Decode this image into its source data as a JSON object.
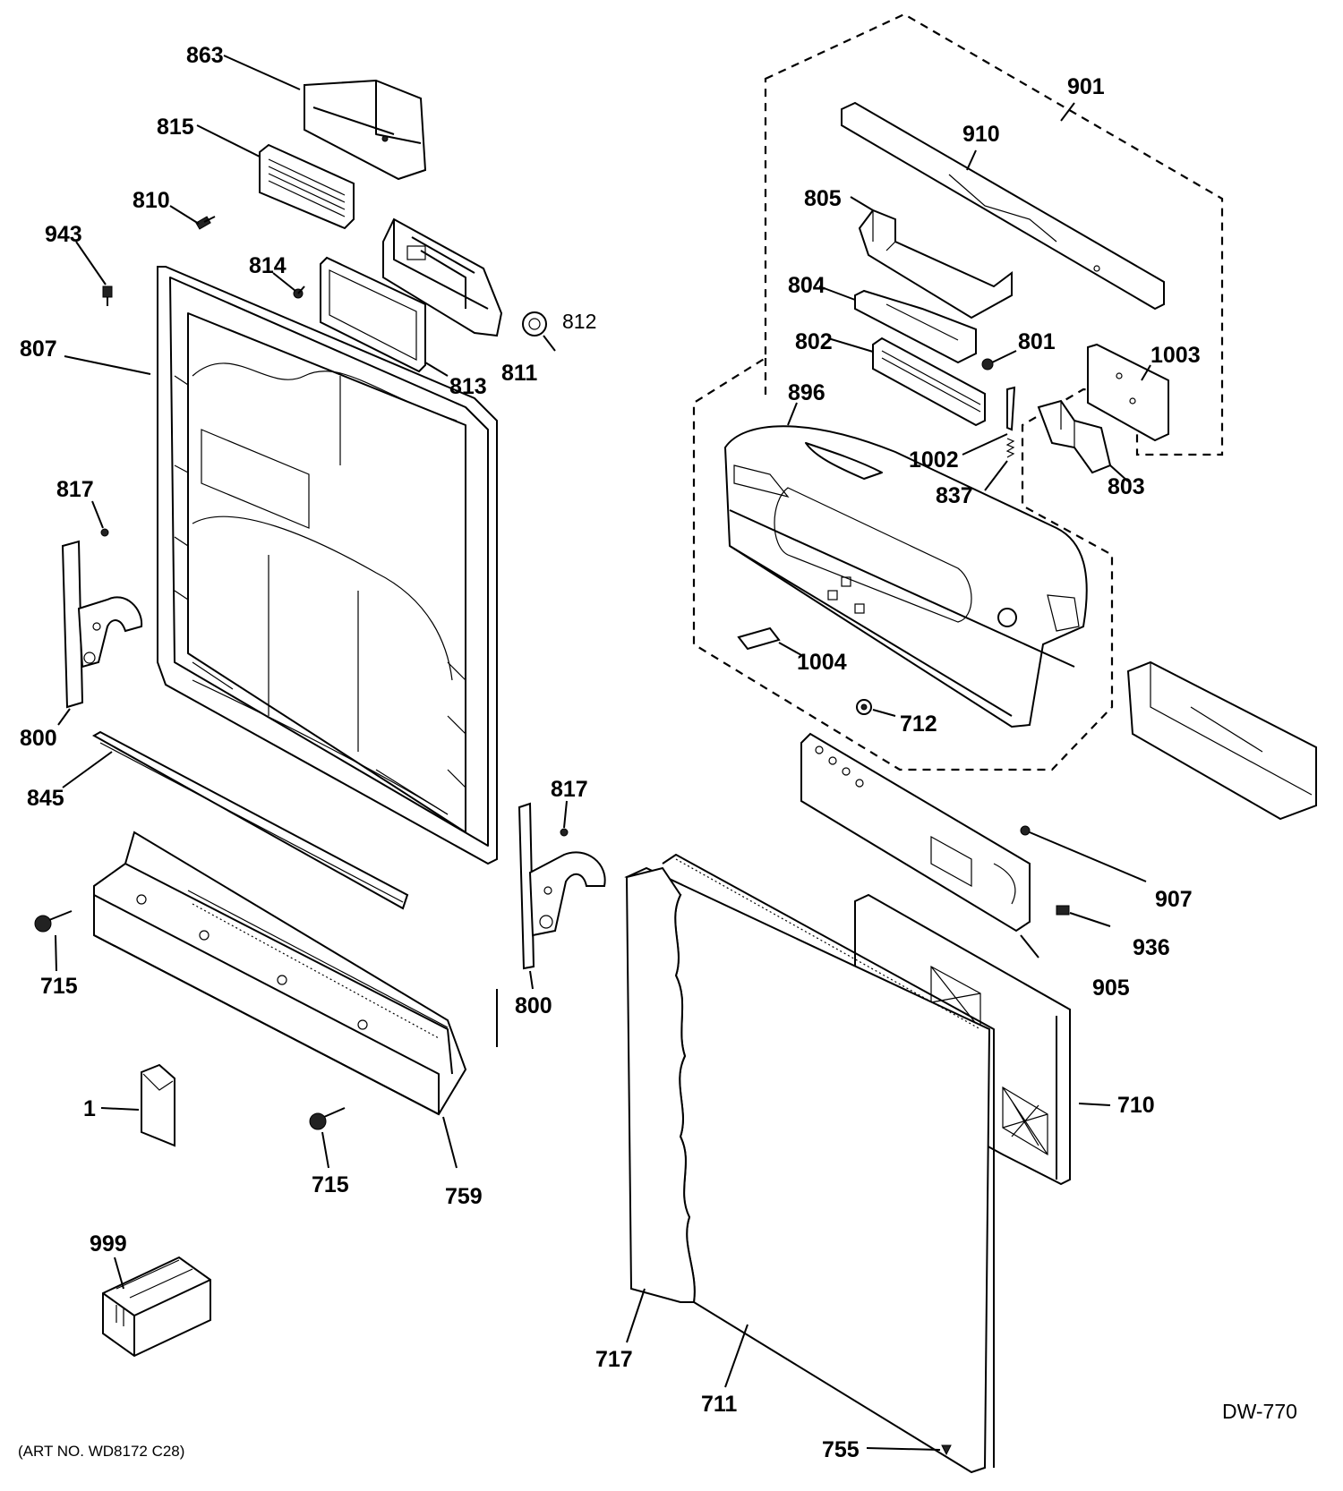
{
  "diagram": {
    "drawing_code": "DW-770",
    "art_number": "(ART NO. WD8172 C28)",
    "callouts": {
      "c863": "863",
      "c815": "815",
      "c810": "810",
      "c943": "943",
      "c814": "814",
      "c812": "812",
      "c807": "807",
      "c813": "813",
      "c811": "811",
      "c817a": "817",
      "c800a": "800",
      "c845": "845",
      "c817b": "817",
      "c800b": "800",
      "c715a": "715",
      "c715b": "715",
      "c1": "1",
      "c759": "759",
      "c999": "999",
      "c901": "901",
      "c910": "910",
      "c805": "805",
      "c804": "804",
      "c802": "802",
      "c801": "801",
      "c1003": "1003",
      "c896": "896",
      "c1002": "1002",
      "c837": "837",
      "c803": "803",
      "c1004": "1004",
      "c712": "712",
      "c907": "907",
      "c936": "936",
      "c905": "905",
      "c710": "710",
      "c717": "717",
      "c711": "711",
      "c755": "755"
    }
  }
}
